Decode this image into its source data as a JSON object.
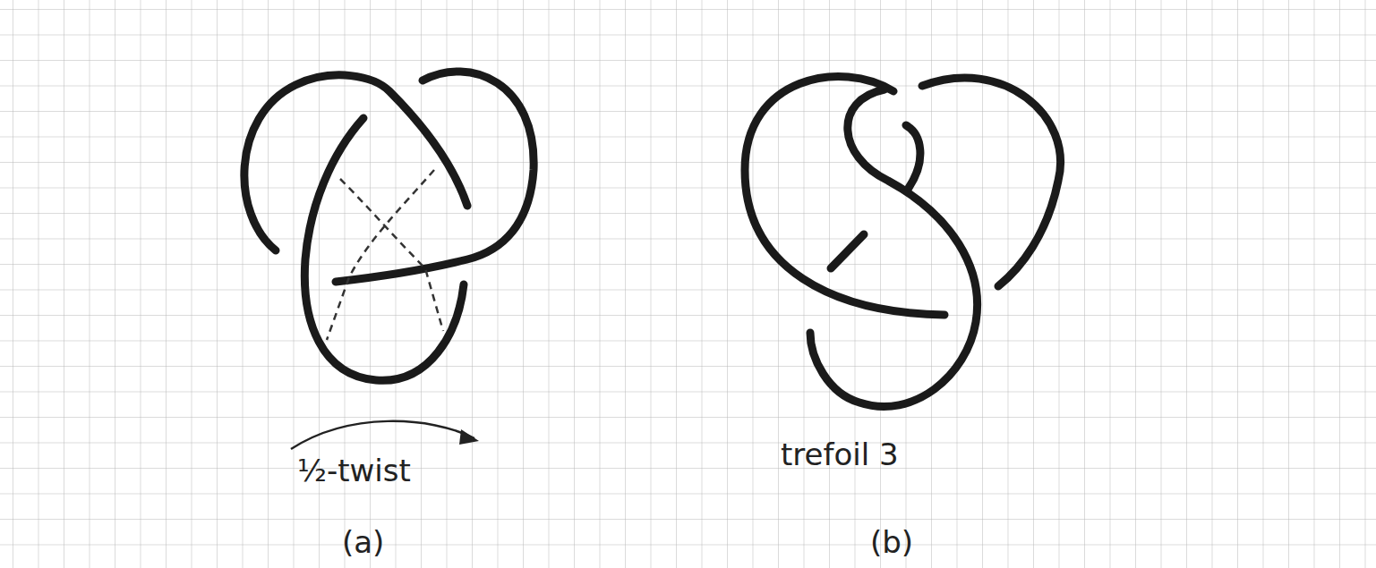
{
  "diagram": {
    "labels": [
      "½-twist",
      "(a)",
      "trefoil 3",
      "(b)"
    ]
  }
}
